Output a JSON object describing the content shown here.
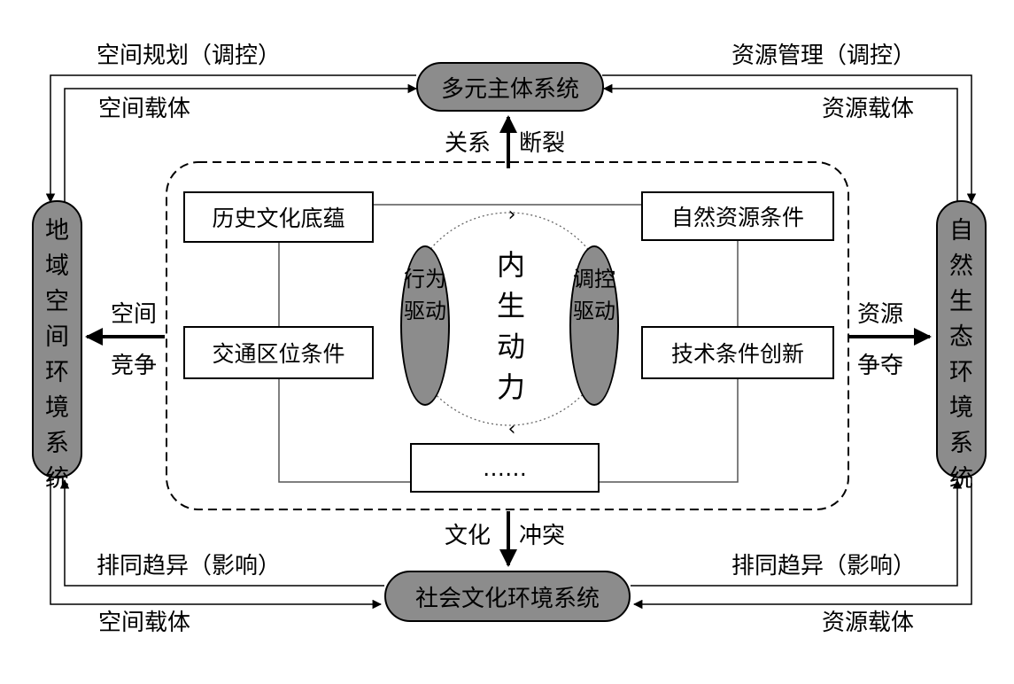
{
  "diagram": {
    "top_node": "多元主体系统",
    "bottom_node": "社会文化环境系统",
    "left_node": "地域空间环境系统",
    "right_node": "自然生态环境系统",
    "core": "内生动力",
    "ellipse_left": "行为驱动",
    "ellipse_right": "调控驱动",
    "factors": {
      "history": "历史文化底蕴",
      "nature": "自然资源条件",
      "location": "交通区位条件",
      "tech": "技术条件创新",
      "more": "……"
    },
    "labels": {
      "tl_outer": "空间规划（调控）",
      "tl_inner": "空间载体",
      "tr_outer": "资源管理（调控）",
      "tr_inner": "资源载体",
      "bl_inner": "排同趋异（影响）",
      "bl_outer": "空间载体",
      "br_inner": "排同趋异（影响）",
      "br_outer": "资源载体",
      "up_left": "关系",
      "up_right": "断裂",
      "down_left": "文化",
      "down_right": "冲突",
      "left_top": "空间",
      "left_bottom": "竞争",
      "right_top": "资源",
      "right_bottom": "争夺"
    }
  }
}
